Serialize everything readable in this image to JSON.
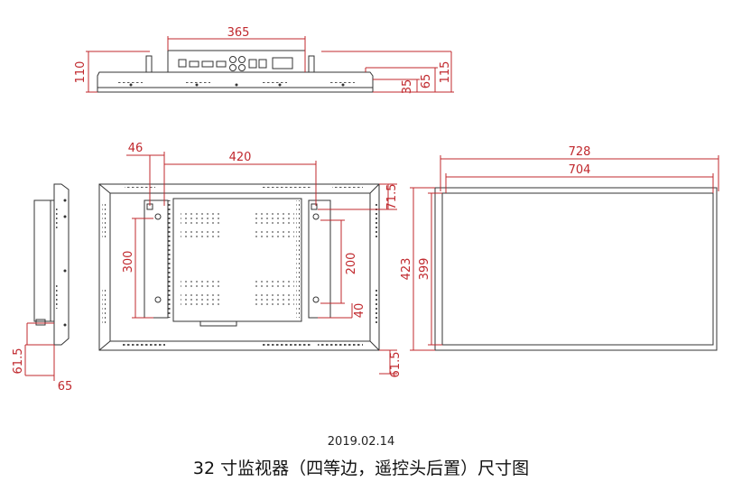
{
  "dimensions": {
    "top_width": "365",
    "top_left_height": "110",
    "top_35": "35",
    "top_65": "65",
    "top_right_height": "115",
    "front_46": "46",
    "front_420": "420",
    "front_300": "300",
    "front_200": "200",
    "front_71_5": "71.5",
    "front_40": "40",
    "front_61_5_right": "61.5",
    "side_61_5": "61.5",
    "side_65": "65",
    "outer_width": "728",
    "inner_width": "704",
    "outer_height": "423",
    "inner_height": "399"
  },
  "caption": {
    "date": "2019.02.14",
    "title": "32 寸监视器（四等边，遥控头后置）尺寸图"
  },
  "colors": {
    "dimension": "#c0282d",
    "outline": "#333333"
  }
}
